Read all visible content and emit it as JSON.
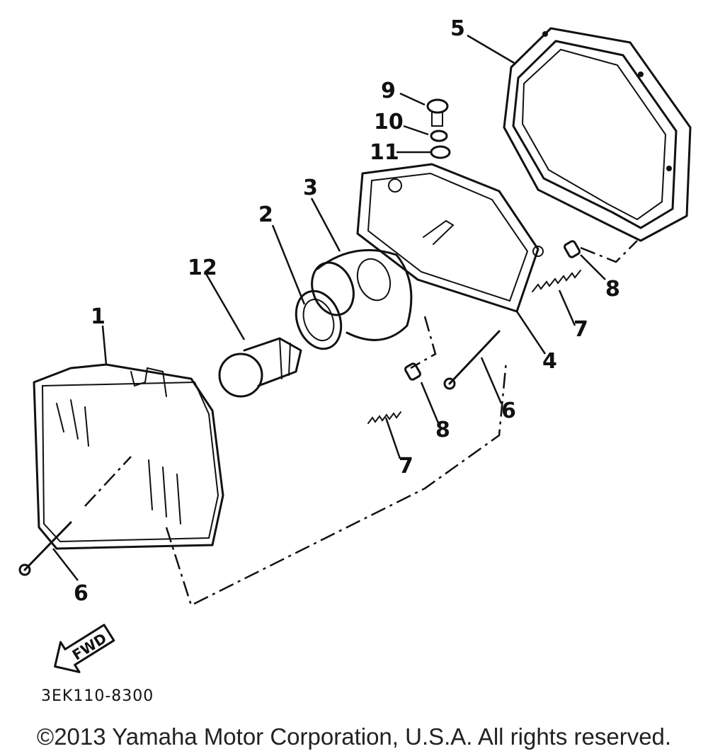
{
  "callouts": {
    "c1": "1",
    "c2": "2",
    "c3": "3",
    "c4": "4",
    "c5": "5",
    "c6a": "6",
    "c6b": "6",
    "c7a": "7",
    "c7b": "7",
    "c8a": "8",
    "c8b": "8",
    "c9": "9",
    "c10": "10",
    "c11": "11",
    "c12": "12"
  },
  "fwd_label": "FWD",
  "diagram_code": "3EK110-8300",
  "copyright": "©2013 Yamaha Motor Corporation, U.S.A. All rights reserved."
}
